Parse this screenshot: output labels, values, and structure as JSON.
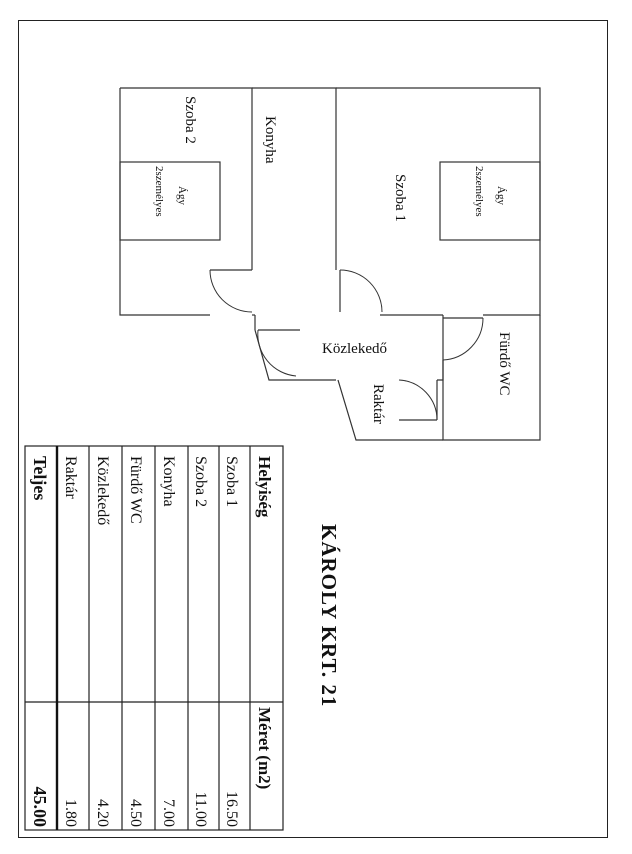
{
  "plan": {
    "rooms": {
      "szoba2": "Szoba 2",
      "konyha": "Konyha",
      "szoba1": "Szoba 1",
      "kozlekedo": "Közlekedő",
      "furdo": "Fürdő WC",
      "raktar": "Raktár"
    },
    "beds": {
      "bed1_line1": "Ágy",
      "bed1_line2": "2személyes",
      "bed2_line1": "Ágy",
      "bed2_line2": "2személyes"
    }
  },
  "title": "KÁROLY KRT. 21",
  "table": {
    "header_name": "Helyiség",
    "header_size": "Méret (m2)",
    "rows": [
      {
        "name": "Szoba 1",
        "size": "16.50"
      },
      {
        "name": "Szoba 2",
        "size": "11.00"
      },
      {
        "name": "Konyha",
        "size": "7.00"
      },
      {
        "name": "Fürdő WC",
        "size": "4.50"
      },
      {
        "name": "Közlekedő",
        "size": "4.20"
      },
      {
        "name": "Raktár",
        "size": "1.80"
      }
    ],
    "total_name": "Teljes",
    "total_size": "45.00"
  }
}
